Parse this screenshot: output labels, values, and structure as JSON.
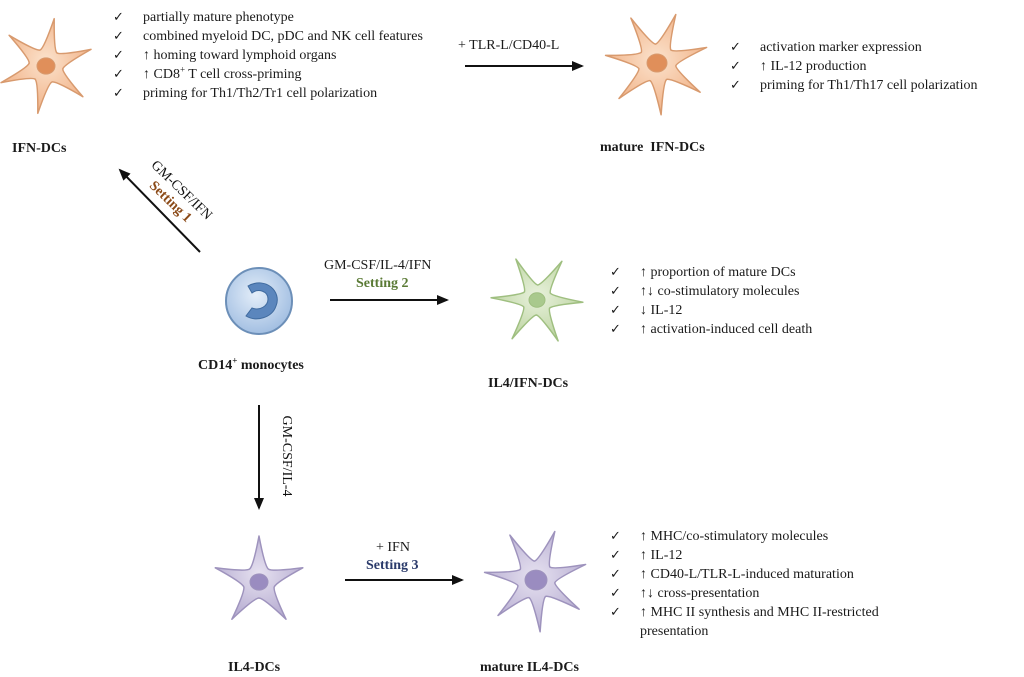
{
  "colors": {
    "ifn_cell_fill": "#f2b98f",
    "ifn_cell_stroke": "#d89a6e",
    "ifn_nucleus": "#e08f5a",
    "green_cell_fill": "#c9dcb0",
    "green_cell_stroke": "#9fbf80",
    "green_nucleus": "#a9c98d",
    "purple_cell_fill": "#c7bfd8",
    "purple_cell_stroke": "#9e93bd",
    "purple_nucleus": "#9a8cc0",
    "monocyte_fill": "#b9cfe7",
    "monocyte_stroke": "#6c8fb8",
    "monocyte_nucleus": "#5b86bd",
    "setting1": "#8b4a18",
    "setting2": "#5a7a35",
    "setting3": "#2a3a6a"
  },
  "check_mark": "✓",
  "ifn_dcs": {
    "label": "IFN-DCs",
    "features": [
      "partially mature phenotype",
      "combined myeloid DC, pDC and NK cell features",
      "↑ homing toward lymphoid organs",
      "priming for Th1/Th2/Tr1 cell polarization"
    ],
    "cross_priming": {
      "prefix": "↑ CD8",
      "sup": "+",
      "suffix": " T cell cross-priming"
    }
  },
  "mature_ifn_dcs": {
    "label": "mature  IFN-DCs",
    "features": [
      "activation marker expression",
      "↑ IL-12 production",
      "priming for Th1/Th17 cell polarization"
    ]
  },
  "arrow_tlr": {
    "label": "+ TLR-L/CD40-L"
  },
  "setting1": {
    "reagent": "GM-CSF/IFN",
    "name": "Setting 1"
  },
  "monocytes": {
    "label_prefix": "CD14",
    "label_sup": "+",
    "label_suffix": " monocytes"
  },
  "setting2": {
    "reagent": "GM-CSF/IL-4/IFN",
    "name": "Setting 2"
  },
  "il4_ifn_dcs": {
    "label": "IL4/IFN-DCs",
    "features": [
      "↑ proportion of mature DCs",
      "↑↓ co-stimulatory molecules",
      "↓ IL-12",
      "↑ activation-induced cell death"
    ]
  },
  "vertical_arrow": {
    "label": "GM-CSF/IL-4"
  },
  "il4_dcs": {
    "label": "IL4-DCs"
  },
  "setting3": {
    "reagent": "+ IFN",
    "name": "Setting 3"
  },
  "mature_il4_dcs": {
    "label": "mature IL4-DCs",
    "features": [
      "↑ MHC/co-stimulatory molecules",
      "↑ IL-12",
      "↑ CD40-L/TLR-L-induced maturation",
      "↑↓ cross-presentation",
      "↑ MHC II synthesis and MHC II-restricted presentation"
    ]
  }
}
